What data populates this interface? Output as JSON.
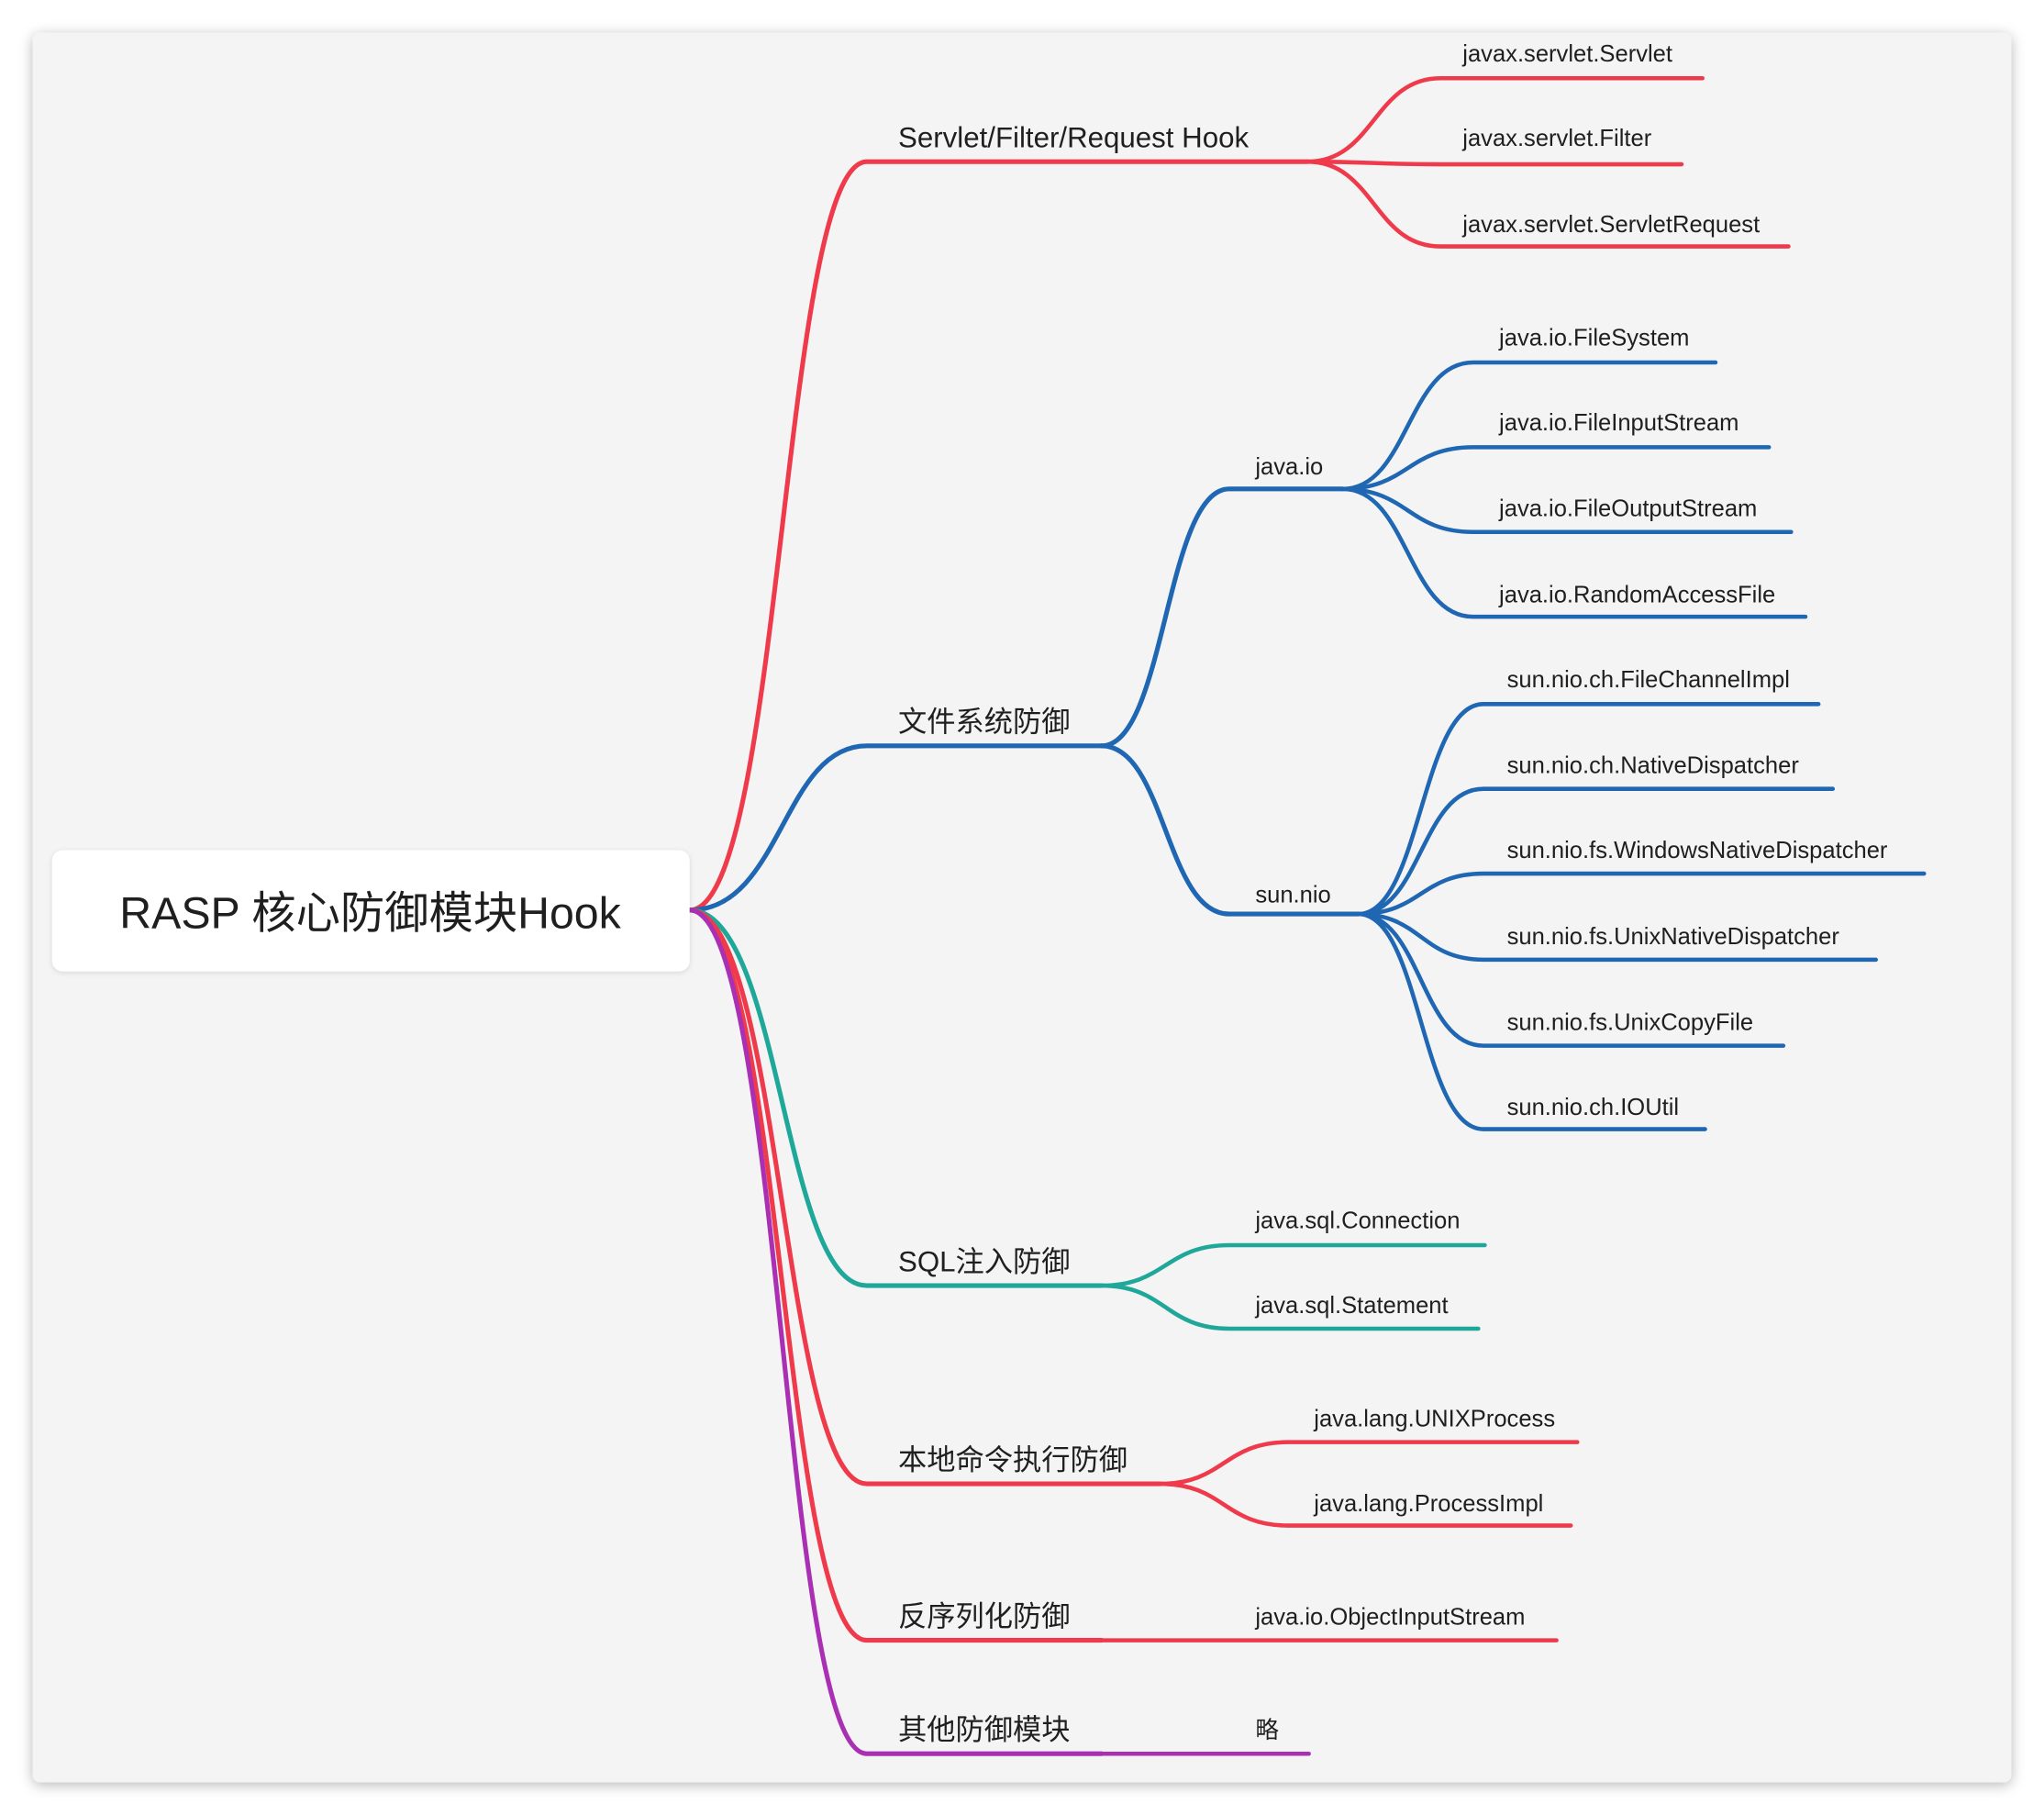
{
  "root": {
    "title": "RASP 核心防御模块Hook"
  },
  "colors": {
    "red": "#ef3a4b",
    "blue": "#1f66b3",
    "teal": "#1fa89a",
    "purple": "#a92fb3",
    "card": "#f4f4f4",
    "root_box": "#ffffff"
  },
  "branches": [
    {
      "label": "Servlet/Filter/Request Hook",
      "children": [
        {
          "label": "javax.servlet.Servlet"
        },
        {
          "label": "javax.servlet.Filter"
        },
        {
          "label": "javax.servlet.ServletRequest"
        }
      ]
    },
    {
      "label": "文件系统防御",
      "children": [
        {
          "label": "java.io",
          "children": [
            {
              "label": "java.io.FileSystem"
            },
            {
              "label": "java.io.FileInputStream"
            },
            {
              "label": "java.io.FileOutputStream"
            },
            {
              "label": "java.io.RandomAccessFile"
            }
          ]
        },
        {
          "label": "sun.nio",
          "children": [
            {
              "label": "sun.nio.ch.FileChannelImpl"
            },
            {
              "label": "sun.nio.ch.NativeDispatcher"
            },
            {
              "label": "sun.nio.fs.WindowsNativeDispatcher"
            },
            {
              "label": "sun.nio.fs.UnixNativeDispatcher"
            },
            {
              "label": "sun.nio.fs.UnixCopyFile"
            },
            {
              "label": "sun.nio.ch.IOUtil"
            }
          ]
        }
      ]
    },
    {
      "label": "SQL注入防御",
      "children": [
        {
          "label": "java.sql.Connection"
        },
        {
          "label": "java.sql.Statement"
        }
      ]
    },
    {
      "label": "本地命令执行防御",
      "children": [
        {
          "label": "java.lang.UNIXProcess"
        },
        {
          "label": "java.lang.ProcessImpl"
        }
      ]
    },
    {
      "label": "反序列化防御",
      "children": [
        {
          "label": "java.io.ObjectInputStream"
        }
      ]
    },
    {
      "label": "其他防御模块",
      "children": [
        {
          "label": "略"
        }
      ]
    }
  ]
}
